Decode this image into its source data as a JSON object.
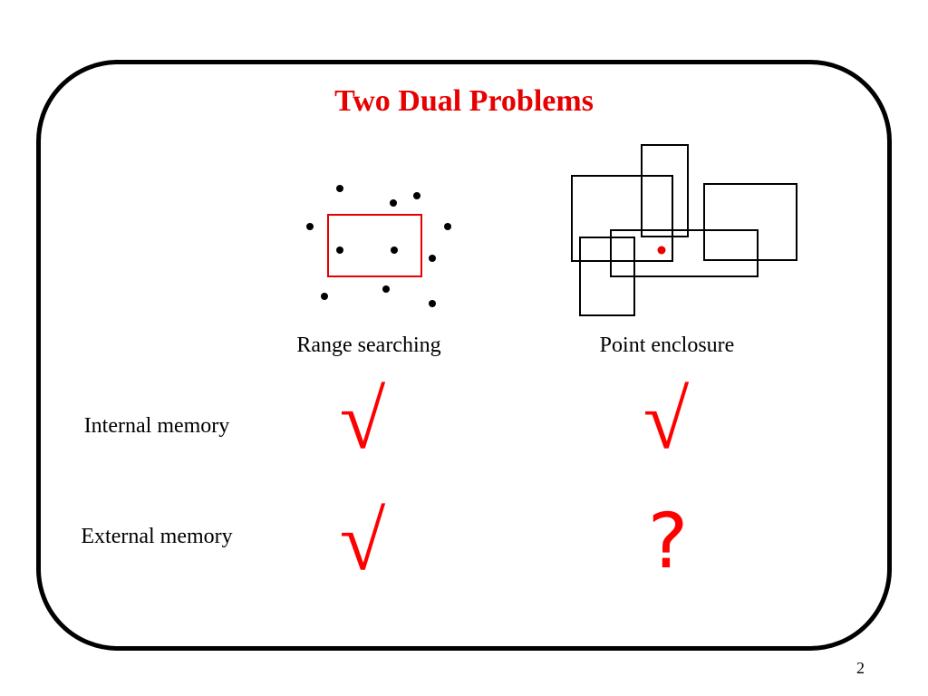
{
  "title": "Two Dual Problems",
  "columns": [
    "Range searching",
    "Point enclosure"
  ],
  "rows": [
    "Internal memory",
    "External memory"
  ],
  "cells": [
    [
      "√",
      "√"
    ],
    [
      "√",
      "?"
    ]
  ],
  "colors": {
    "accent": "#e60000",
    "check": "#ff0000",
    "frame": "#000000"
  },
  "page_number": "2"
}
